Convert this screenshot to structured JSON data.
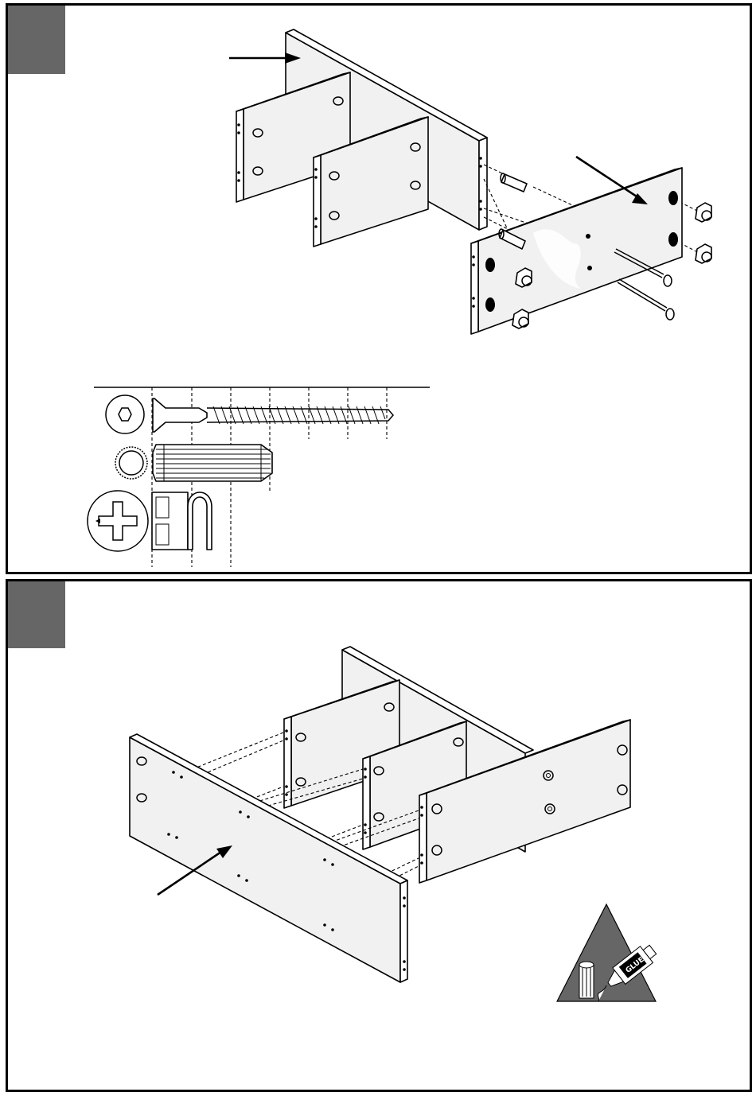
{
  "steps": [
    {
      "id": "step-1",
      "hardware": [
        "confirmat-screw",
        "wood-dowel",
        "cam-lock"
      ]
    },
    {
      "id": "step-2",
      "hardware": [
        "wood-dowel"
      ],
      "glue_label": "GLUE"
    }
  ],
  "colors": {
    "badge": "#666666",
    "panel_face": "#f1f1f1",
    "glue_triangle": "#666666"
  }
}
